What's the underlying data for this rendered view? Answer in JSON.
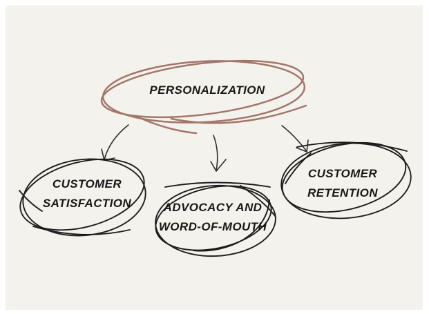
{
  "style": {
    "frame_color": "#ffffff",
    "canvas_background": "#f4f2ed",
    "text_color": "#171717",
    "accent_color": "#a2766a",
    "ink_color": "#1d1d1d",
    "arrow_color": "#2d2d2d"
  },
  "diagram": {
    "type": "mind-map",
    "root": {
      "label": "PERSONALIZATION"
    },
    "children": [
      {
        "id": "customer-satisfaction",
        "lines": [
          "CUSTOMER",
          "SATISFACTION"
        ]
      },
      {
        "id": "advocacy-word-of-mouth",
        "lines": [
          "ADVOCACY AND",
          "WORD-OF-MOUTH"
        ]
      },
      {
        "id": "customer-retention",
        "lines": [
          "CUSTOMER",
          "RETENTION"
        ]
      }
    ]
  }
}
